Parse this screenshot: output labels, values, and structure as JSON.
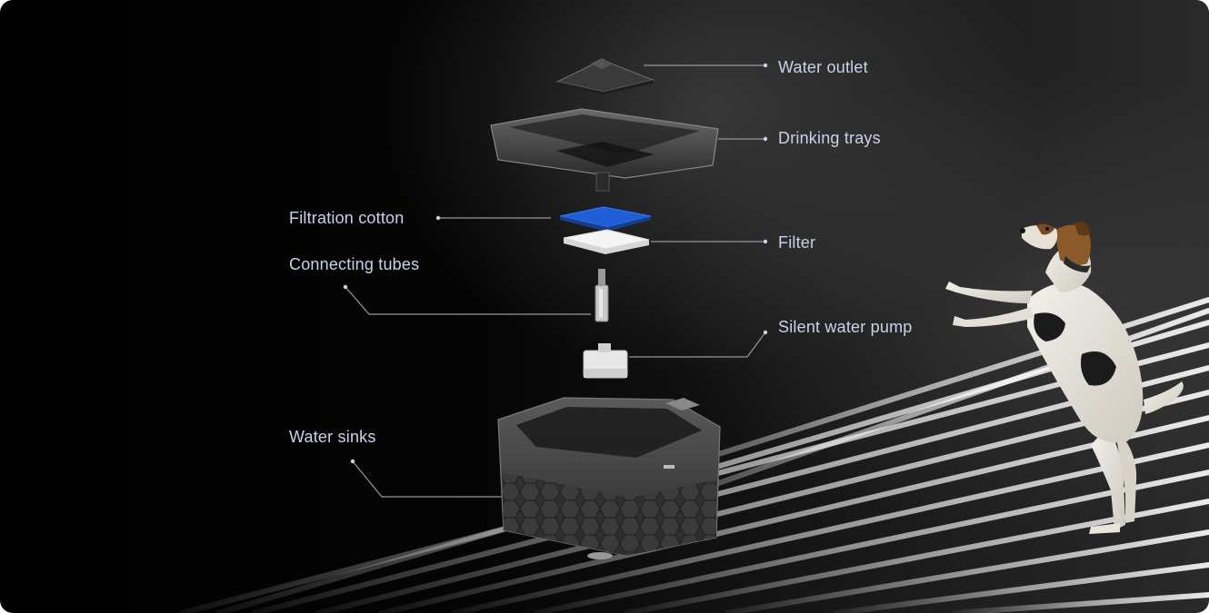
{
  "labels": {
    "water_outlet": "Water outlet",
    "drinking_trays": "Drinking trays",
    "filtration_cotton": "Filtration cotton",
    "filter": "Filter",
    "connecting_tubes": "Connecting tubes",
    "silent_water_pump": "Silent water pump",
    "water_sinks": "Water sinks"
  },
  "colors": {
    "label_text": "#c9d3e8",
    "leader_line": "#8f98a8",
    "filtration_cotton": "#1f5fd6"
  },
  "icons": {
    "water_outlet": "cone-cap-icon",
    "drinking_trays": "tray-icon",
    "filtration_cotton": "blue-pad-icon",
    "filter": "white-filter-icon",
    "connecting_tubes": "tube-icon",
    "silent_water_pump": "pump-icon",
    "water_sinks": "basin-icon",
    "dog": "jack-russell-dog-illustration"
  }
}
